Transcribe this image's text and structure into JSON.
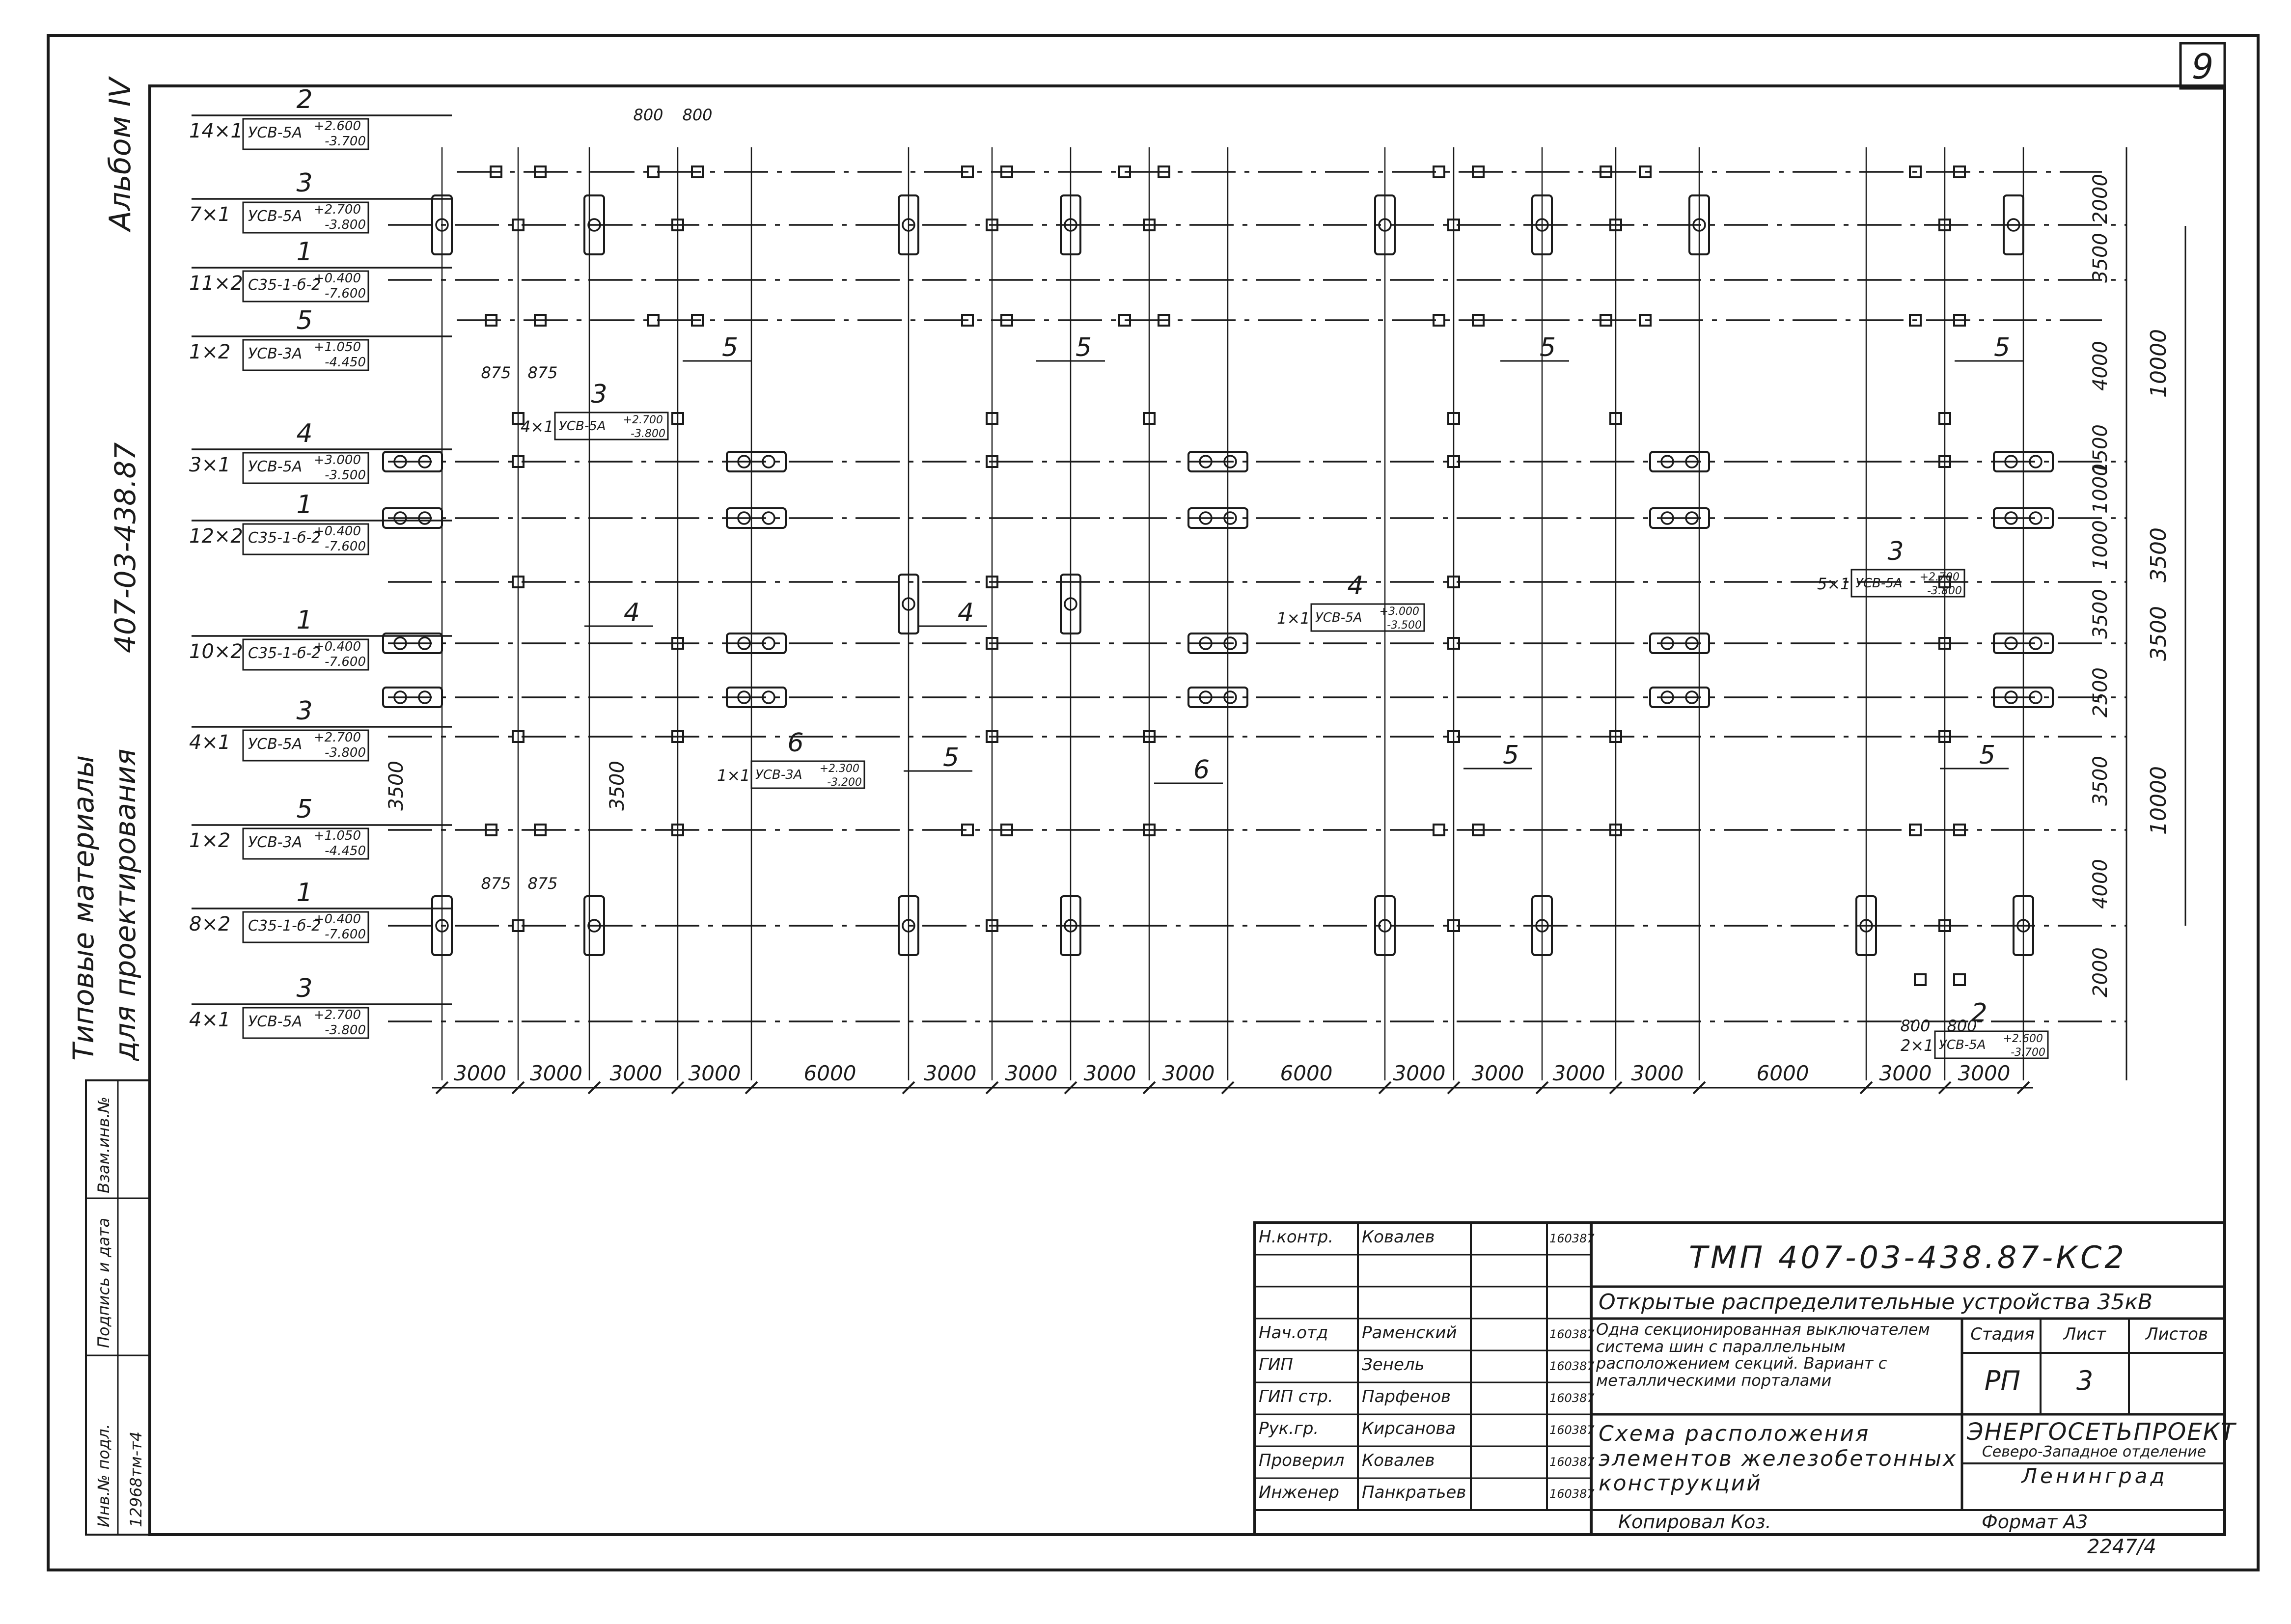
{
  "sheet_number": "9",
  "margin": {
    "album": "Альбом IV",
    "series_line1": "Типовые материалы",
    "series_line2": "для проектирования",
    "series_code": "407-03-438.87",
    "stamp_labels": [
      "Инв.№ подл.",
      "Подпись и дата",
      "Взам.инв.№"
    ],
    "inv_value": "12968тм-т4"
  },
  "row_labels": [
    {
      "num": "2",
      "qty": "14×1",
      "mark": "УСВ-5А",
      "top": "+2.600",
      "bot": "-3.700"
    },
    {
      "num": "3",
      "qty": "7×1",
      "mark": "УСВ-5А",
      "top": "+2.700",
      "bot": "-3.800"
    },
    {
      "num": "1",
      "qty": "11×2",
      "mark": "С35-1-б-2",
      "top": "+0.400",
      "bot": "-7.600"
    },
    {
      "num": "5",
      "qty": "1×2",
      "mark": "УСВ-3А",
      "top": "+1.050",
      "bot": "-4.450"
    },
    {
      "num": "4",
      "qty": "3×1",
      "mark": "УСВ-5А",
      "top": "+3.000",
      "bot": "-3.500"
    },
    {
      "num": "1",
      "qty": "12×2",
      "mark": "С35-1-б-2",
      "top": "+0.400",
      "bot": "-7.600"
    },
    {
      "num": "1",
      "qty": "10×2",
      "mark": "С35-1-б-2",
      "top": "+0.400",
      "bot": "-7.600"
    },
    {
      "num": "3",
      "qty": "4×1",
      "mark": "УСВ-5А",
      "top": "+2.700",
      "bot": "-3.800"
    },
    {
      "num": "5",
      "qty": "1×2",
      "mark": "УСВ-3А",
      "top": "+1.050",
      "bot": "-4.450"
    },
    {
      "num": "1",
      "qty": "8×2",
      "mark": "С35-1-б-2",
      "top": "+0.400",
      "bot": "-7.600"
    },
    {
      "num": "3",
      "qty": "4×1",
      "mark": "УСВ-5А",
      "top": "+2.700",
      "bot": "-3.800"
    }
  ],
  "inner_labels": [
    {
      "num": "3",
      "qty": "4×1",
      "mark": "УСВ-5А",
      "top": "+2.700",
      "bot": "-3.800"
    },
    {
      "num": "4",
      "qty": "1×1",
      "mark": "УСВ-5А",
      "top": "+3.000",
      "bot": "-3.500"
    },
    {
      "num": "3",
      "qty": "5×1",
      "mark": "УСВ-5А",
      "top": "+2.700",
      "bot": "-3.800"
    },
    {
      "num": "6",
      "qty": "1×1",
      "mark": "УСВ-3А",
      "top": "+2.300",
      "bot": "-3.200"
    },
    {
      "num": "2",
      "qty": "2×1",
      "mark": "УСВ-5А",
      "top": "+2.600",
      "bot": "-3.700"
    }
  ],
  "callouts": [
    "5",
    "5",
    "5",
    "5",
    "4",
    "4",
    "5",
    "6",
    "5",
    "5"
  ],
  "small_dims": [
    "800",
    "800",
    "875",
    "875",
    "875",
    "875",
    "800",
    "800"
  ],
  "right_dims": [
    "2000",
    "3500",
    "4000",
    "1500",
    "1000",
    "1000",
    "3500",
    "2500",
    "3500",
    "4000",
    "2000"
  ],
  "right_totals": [
    "10000",
    "3500",
    "3500",
    "10000"
  ],
  "left_dims": [
    "3500",
    "3500"
  ],
  "bottom_dims": [
    "3000",
    "3000",
    "3000",
    "3000",
    "6000",
    "3000",
    "3000",
    "3000",
    "3000",
    "6000",
    "3000",
    "3000",
    "3000",
    "3000",
    "6000",
    "3000",
    "3000"
  ],
  "title_block": {
    "code": "ТМП 407-03-438.87-КС2",
    "object": "Открытые распределительные устройства 35кВ",
    "variant": "Одна секционированная выключателем система шин с параллельным расположением секций. Вариант с металлическими порталами",
    "sheet_title": "Схема расположения элементов железобетонных конструкций",
    "headers": {
      "stage": "Стадия",
      "sheet": "Лист",
      "sheets": "Листов"
    },
    "values": {
      "stage": "РП",
      "sheet": "3",
      "sheets": ""
    },
    "org_name": "ЭНЕРГОСЕТЬПРОЕКТ",
    "org_branch": "Северо-Западное отделение",
    "org_city": "Ленинград",
    "rows": [
      {
        "role": "Н.контр.",
        "name": "Ковалев",
        "date": "160387"
      },
      {
        "role": "",
        "name": "",
        "date": ""
      },
      {
        "role": "",
        "name": "",
        "date": ""
      },
      {
        "role": "Нач.отд",
        "name": "Раменский",
        "date": "160387"
      },
      {
        "role": "ГИП",
        "name": "Зенель",
        "date": "160387"
      },
      {
        "role": "ГИП стр.",
        "name": "Парфенов",
        "date": "160387"
      },
      {
        "role": "Рук.гр.",
        "name": "Кирсанова",
        "date": "160387"
      },
      {
        "role": "Проверил",
        "name": "Ковалев",
        "date": "160387"
      },
      {
        "role": "Инженер",
        "name": "Панкратьев",
        "date": "160387"
      }
    ],
    "copied": "Копировал Коз.",
    "format": "Формат А3",
    "note": "2247/4"
  }
}
